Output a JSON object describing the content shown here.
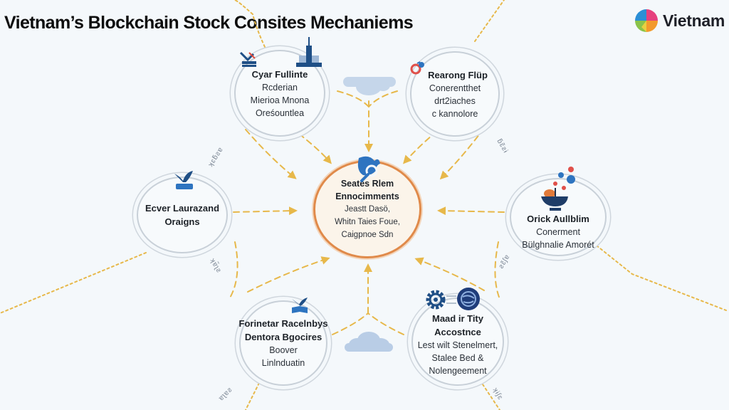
{
  "header": {
    "title": "Vietnam’s Blockchain Stock Consites Mechaniems",
    "brand": "Vietnam",
    "brand_logo_colors": [
      "#e6407e",
      "#2b8fd6",
      "#f39a2b",
      "#8ac34a"
    ]
  },
  "colors": {
    "background": "#f4f8fb",
    "connector": "#e7b84a",
    "center_border": "#e08a4a",
    "node_border": "#c8d0d8",
    "icon_navy": "#1f4f86",
    "cloud": "#b9cde6"
  },
  "center": {
    "title_lines": [
      "Seates Rlem",
      "Ennocimments"
    ],
    "desc_lines": [
      "Jeastt Dasö,",
      "Whitn Taies Foue,",
      "Caigpnoe Sdn"
    ],
    "icon": "blue-bird-magnifier-icon"
  },
  "nodes": [
    {
      "id": "top-left",
      "title_lines": [
        "Cyar Fullinte"
      ],
      "desc_lines": [
        "Rcderian",
        "Mierioa Mnona",
        "Oreśountlea"
      ],
      "icons": [
        "ship-icon",
        "tower-icon"
      ]
    },
    {
      "id": "top-right",
      "title_lines": [
        "Rearong Flüp"
      ],
      "desc_lines": [
        "Conerentthet",
        "drt2iaches",
        "c kannolore"
      ],
      "icons": [
        "people-icon"
      ]
    },
    {
      "id": "left",
      "title_lines": [
        "Ecver Laurazand",
        "Oraigns"
      ],
      "desc_lines": [],
      "icons": [
        "eagle-icon"
      ]
    },
    {
      "id": "right",
      "title_lines": [
        "Orick Aullblim"
      ],
      "desc_lines": [
        "Conerment",
        "Bülghnalie Amorét"
      ],
      "icons": [
        "bowl-network-icon"
      ]
    },
    {
      "id": "bottom-left",
      "title_lines": [
        "Forinetar Racelnbys",
        "Dentora Bgocires"
      ],
      "desc_lines": [
        "Boover",
        "Linlnduatin"
      ],
      "icons": [
        "bird-book-icon"
      ]
    },
    {
      "id": "bottom-right",
      "title_lines": [
        "Maad ir Tity",
        "Accostnce"
      ],
      "desc_lines": [
        "Lest wilt Stenelmert,",
        "Stalee Bed &",
        "Nolengeement"
      ],
      "icons": [
        "gear-icon",
        "globe-icon"
      ]
    }
  ],
  "decor": {
    "glyphs": [
      "ʞɛƃƨɐ",
      "ƃɛ̃ƨɨ",
      "ʞɐ̃ʅƨ",
      "ƨɛ̃ʃɐ",
      "ɐʅɐƨ",
      "ʞɨʃɛ"
    ],
    "clouds": [
      "cloud-icon-top",
      "cloud-icon-bottom"
    ]
  }
}
